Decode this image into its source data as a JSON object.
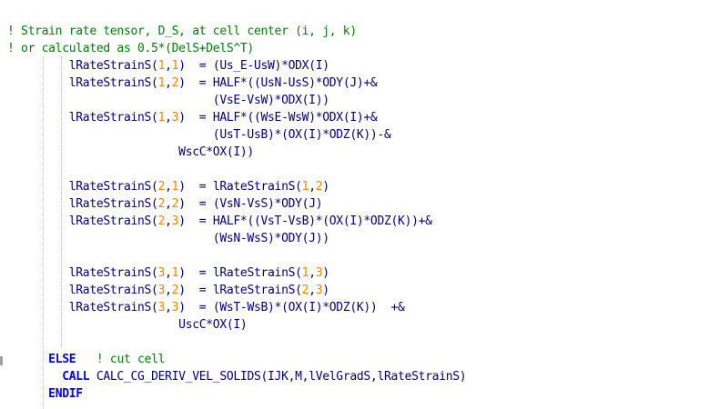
{
  "editor": {
    "lines": [
      [
        {
          "t": "! Strain rate tensor, D_S, at cell center (i, j, k)",
          "c": "comment"
        }
      ],
      [
        {
          "t": "! or calculated as 0.5*(DelS+DelS^T)",
          "c": "comment"
        }
      ],
      [
        {
          "t": "         lRateStrainS(",
          "c": "code"
        },
        {
          "t": "1",
          "c": "num"
        },
        {
          "t": ",",
          "c": "code"
        },
        {
          "t": "1",
          "c": "num"
        },
        {
          "t": ")  = (Us_E-UsW)*ODX(I)",
          "c": "code"
        }
      ],
      [
        {
          "t": "         lRateStrainS(",
          "c": "code"
        },
        {
          "t": "1",
          "c": "num"
        },
        {
          "t": ",",
          "c": "code"
        },
        {
          "t": "2",
          "c": "num"
        },
        {
          "t": ")  = HALF*((UsN-UsS)*ODY(J)+&",
          "c": "code"
        }
      ],
      [
        {
          "t": "                              (VsE-VsW)*ODX(I))",
          "c": "code"
        }
      ],
      [
        {
          "t": "         lRateStrainS(",
          "c": "code"
        },
        {
          "t": "1",
          "c": "num"
        },
        {
          "t": ",",
          "c": "code"
        },
        {
          "t": "3",
          "c": "num"
        },
        {
          "t": ")  = HALF*((WsE-WsW)*ODX(I)+&",
          "c": "code"
        }
      ],
      [
        {
          "t": "                              (UsT-UsB)*(OX(I)*ODZ(K))-&",
          "c": "code"
        }
      ],
      [
        {
          "t": "                         WscC*OX(I))",
          "c": "code"
        }
      ],
      [],
      [
        {
          "t": "         lRateStrainS(",
          "c": "code"
        },
        {
          "t": "2",
          "c": "num"
        },
        {
          "t": ",",
          "c": "code"
        },
        {
          "t": "1",
          "c": "num"
        },
        {
          "t": ")  = lRateStrainS(",
          "c": "code"
        },
        {
          "t": "1",
          "c": "num"
        },
        {
          "t": ",",
          "c": "code"
        },
        {
          "t": "2",
          "c": "num"
        },
        {
          "t": ")",
          "c": "code"
        }
      ],
      [
        {
          "t": "         lRateStrainS(",
          "c": "code"
        },
        {
          "t": "2",
          "c": "num"
        },
        {
          "t": ",",
          "c": "code"
        },
        {
          "t": "2",
          "c": "num"
        },
        {
          "t": ")  = (VsN-VsS)*ODY(J)",
          "c": "code"
        }
      ],
      [
        {
          "t": "         lRateStrainS(",
          "c": "code"
        },
        {
          "t": "2",
          "c": "num"
        },
        {
          "t": ",",
          "c": "code"
        },
        {
          "t": "3",
          "c": "num"
        },
        {
          "t": ")  = HALF*((VsT-VsB)*(OX(I)*ODZ(K))+&",
          "c": "code"
        }
      ],
      [
        {
          "t": "                              (WsN-WsS)*ODY(J))",
          "c": "code"
        }
      ],
      [],
      [
        {
          "t": "         lRateStrainS(",
          "c": "code"
        },
        {
          "t": "3",
          "c": "num"
        },
        {
          "t": ",",
          "c": "code"
        },
        {
          "t": "1",
          "c": "num"
        },
        {
          "t": ")  = lRateStrainS(",
          "c": "code"
        },
        {
          "t": "1",
          "c": "num"
        },
        {
          "t": ",",
          "c": "code"
        },
        {
          "t": "3",
          "c": "num"
        },
        {
          "t": ")",
          "c": "code"
        }
      ],
      [
        {
          "t": "         lRateStrainS(",
          "c": "code"
        },
        {
          "t": "3",
          "c": "num"
        },
        {
          "t": ",",
          "c": "code"
        },
        {
          "t": "2",
          "c": "num"
        },
        {
          "t": ")  = lRateStrainS(",
          "c": "code"
        },
        {
          "t": "2",
          "c": "num"
        },
        {
          "t": ",",
          "c": "code"
        },
        {
          "t": "3",
          "c": "num"
        },
        {
          "t": ")",
          "c": "code"
        }
      ],
      [
        {
          "t": "         lRateStrainS(",
          "c": "code"
        },
        {
          "t": "3",
          "c": "num"
        },
        {
          "t": ",",
          "c": "code"
        },
        {
          "t": "3",
          "c": "num"
        },
        {
          "t": ")  = (WsT-WsB)*(OX(I)*ODZ(K))  +&",
          "c": "code"
        }
      ],
      [
        {
          "t": "                         UscC*OX(I)",
          "c": "code"
        }
      ],
      [],
      [
        {
          "t": "      ",
          "c": "code"
        },
        {
          "t": "ELSE",
          "c": "kw"
        },
        {
          "t": "   ! cut cell",
          "c": "comment"
        }
      ],
      [
        {
          "t": "        ",
          "c": "code"
        },
        {
          "t": "CALL",
          "c": "kw"
        },
        {
          "t": " CALC_CG_DERIV_VEL_SOLIDS(IJK,M,lVelGradS,lRateStrainS)",
          "c": "code"
        }
      ],
      [
        {
          "t": "      ",
          "c": "code"
        },
        {
          "t": "ENDIF",
          "c": "kw"
        }
      ]
    ],
    "colors": {
      "comment": "#008000",
      "code": "#000080",
      "number": "#ff8000",
      "keyword": "#0000ff"
    }
  }
}
